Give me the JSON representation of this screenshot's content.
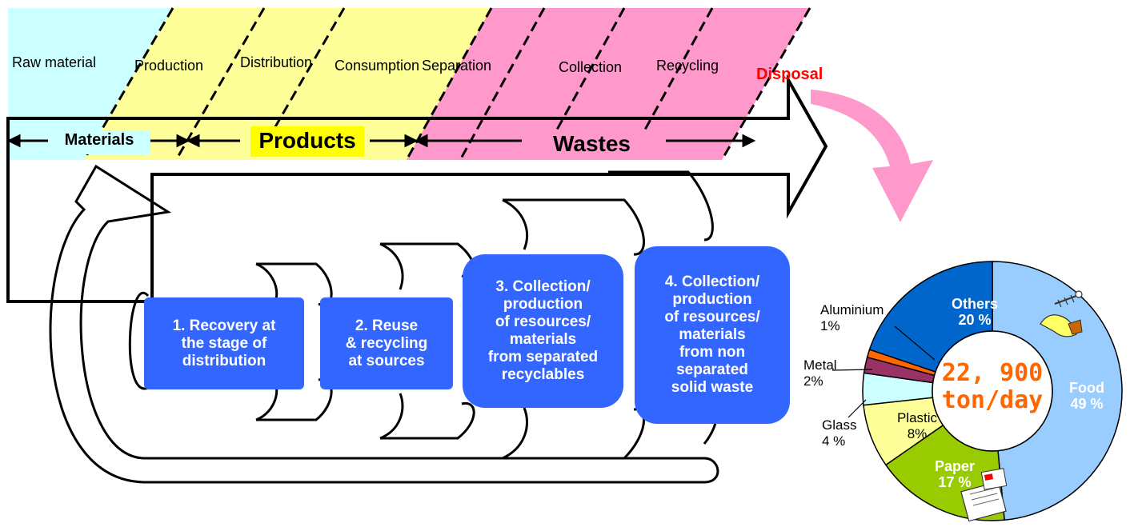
{
  "stages": [
    "Raw material",
    "Production",
    "Distribution",
    "Consumption",
    "Separation",
    "Collection",
    "Recycling"
  ],
  "disposal_label": "Disposal",
  "groups": {
    "materials": "Materials",
    "products": "Products",
    "wastes": "Wastes"
  },
  "steps": [
    {
      "lines": [
        "1. Recovery  at",
        "the stage of",
        "distribution"
      ]
    },
    {
      "lines": [
        "2. Reuse",
        "& recycling",
        "at sources"
      ]
    },
    {
      "lines": [
        "3. Collection/",
        "production",
        "of resources/",
        "materials",
        "from separated",
        "recyclables"
      ]
    },
    {
      "lines": [
        "4. Collection/",
        "production",
        "of resources/",
        "materials",
        "from non",
        "separated",
        "solid waste"
      ]
    }
  ],
  "colors": {
    "materials_band": "#ccffff",
    "products_band": "#ffff99",
    "wastes_band": "#ff99cc",
    "step_box": "#3366ff",
    "disposal_arrow": "#ff99cc",
    "total_text": "#ff6600"
  },
  "chart_data": {
    "type": "pie",
    "center_label": [
      "22, 900",
      "ton/day"
    ],
    "slices": [
      {
        "name": "Food",
        "value": 49,
        "value_text": "49 %",
        "color": "#99ccff"
      },
      {
        "name": "Paper",
        "value": 17,
        "value_text": "17 %",
        "color": "#99cc00"
      },
      {
        "name": "Plastic",
        "value": 8,
        "value_text": "8%",
        "color": "#ffff99"
      },
      {
        "name": "Glass",
        "value": 4,
        "value_text": "4 %",
        "color": "#ccffff"
      },
      {
        "name": "Metal",
        "value": 2,
        "value_text": "2%",
        "color": "#993366"
      },
      {
        "name": "Aluminium",
        "value": 1,
        "value_text": "1%",
        "color": "#ff6600"
      },
      {
        "name": "Others",
        "value": 20,
        "value_text": "20 %",
        "color": "#0066cc"
      }
    ],
    "icons": [
      "fish-bone-garbage-icon",
      "newspaper-icon"
    ]
  }
}
